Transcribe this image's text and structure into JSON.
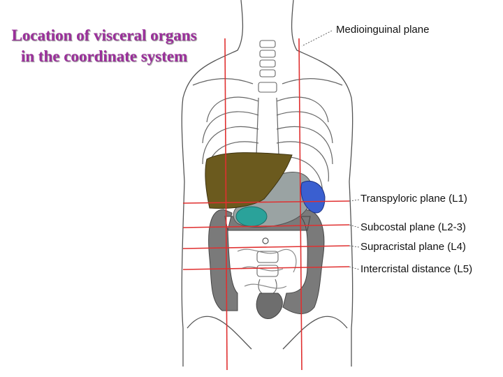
{
  "title": "Location of visceral organs in the coordinate system",
  "labels": {
    "medioinguinal": "Medioinguinal plane",
    "transpyloric": "Transpyloric plane (L1)",
    "subcostal": "Subcostal plane (L2-3)",
    "supracristal": "Supracristal plane (L4)",
    "intercristal": "Intercristal distance (L5)"
  },
  "colors": {
    "title": "#9b2f9b",
    "plane_lines": "#e03030",
    "liver": "#6b5a1e",
    "stomach": "#9aa3a3",
    "colon": "#7a7a7a",
    "spleen": "#3a5fd0",
    "pancreas": "#2aa29a",
    "outline": "#555555"
  }
}
